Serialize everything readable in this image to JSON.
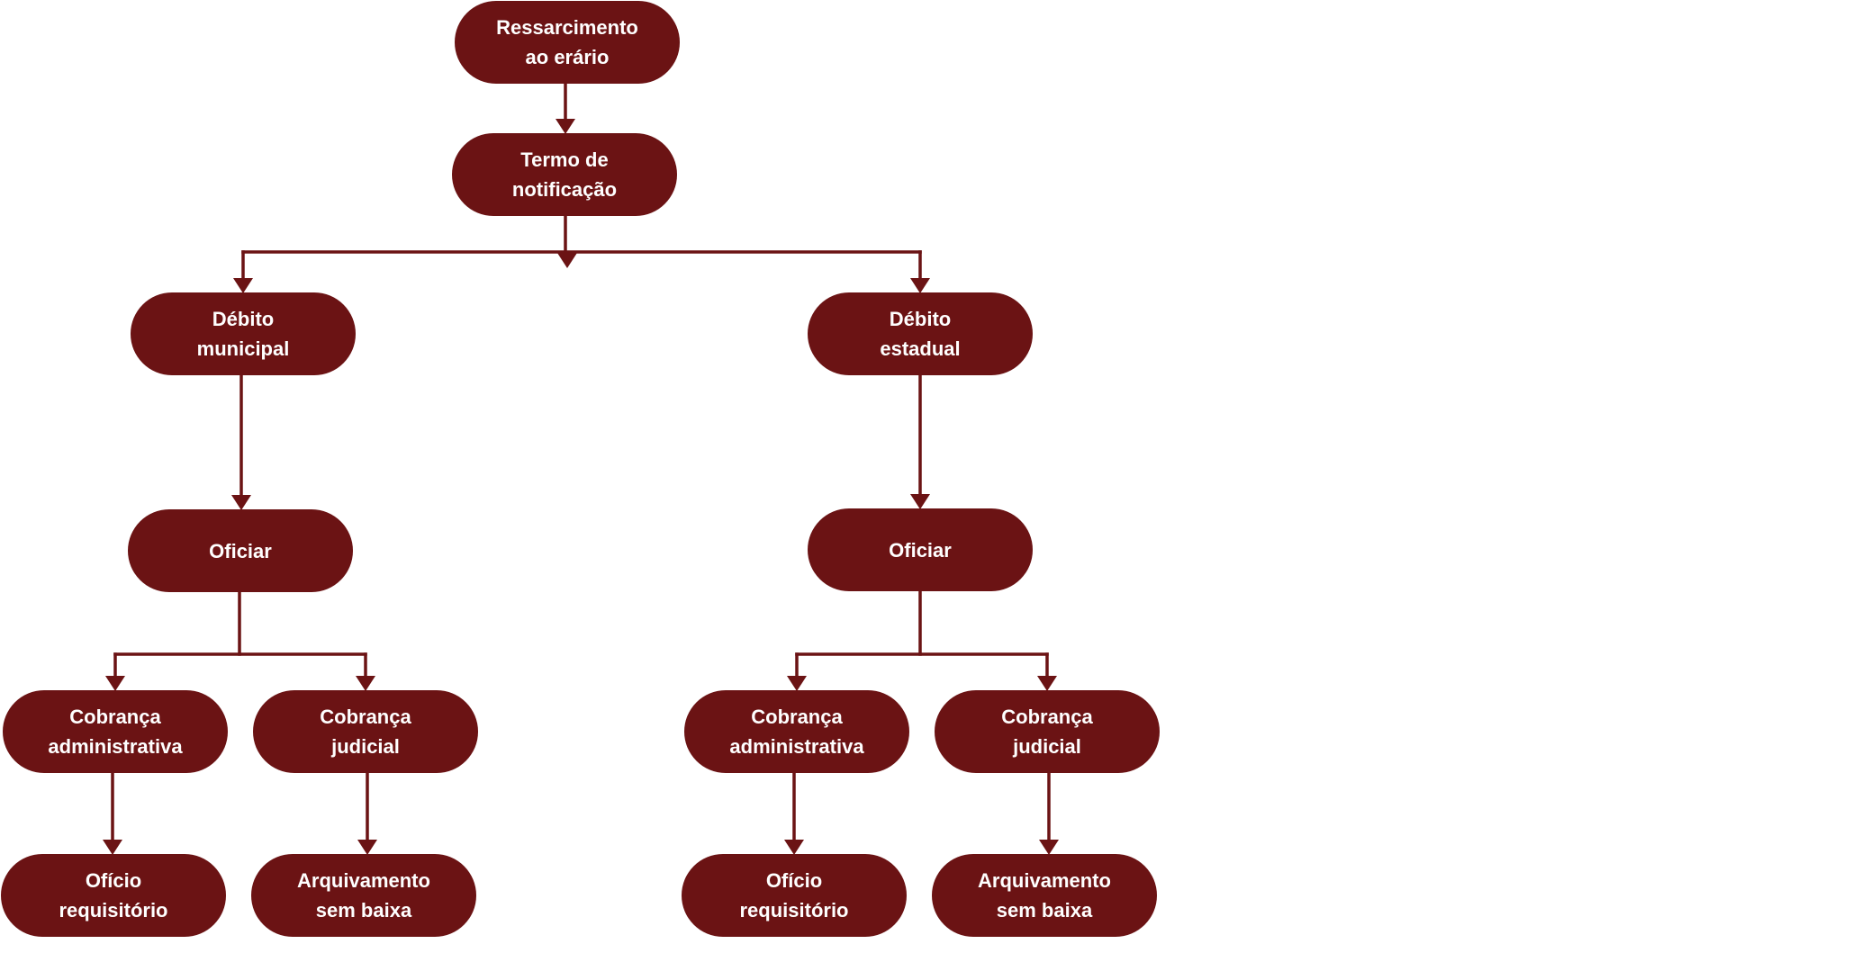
{
  "colors": {
    "node_fill": "#6b1314",
    "connector": "#6b1314",
    "text": "#ffffff",
    "background": "#ffffff"
  },
  "nodes": {
    "root": "Ressarcimento\nao erário",
    "notice": "Termo de\nnotificação",
    "municipal": "Débito\nmunicipal",
    "state": "Débito\nestadual",
    "officiate_municipal": "Oficiar",
    "officiate_state": "Oficiar",
    "admin_municipal": "Cobrança\nadministrativa",
    "judicial_municipal": "Cobrança\njudicial",
    "admin_state": "Cobrança\nadministrativa",
    "judicial_state": "Cobrança\njudicial",
    "requisition_municipal": "Ofício\nrequisitório",
    "archive_municipal": "Arquivamento\nsem baixa",
    "requisition_state": "Ofício\nrequisitório",
    "archive_state": "Arquivamento\nsem baixa"
  },
  "edges": [
    [
      "root",
      "notice"
    ],
    [
      "notice",
      "municipal"
    ],
    [
      "notice",
      "state"
    ],
    [
      "municipal",
      "officiate_municipal"
    ],
    [
      "state",
      "officiate_state"
    ],
    [
      "officiate_municipal",
      "admin_municipal"
    ],
    [
      "officiate_municipal",
      "judicial_municipal"
    ],
    [
      "officiate_state",
      "admin_state"
    ],
    [
      "officiate_state",
      "judicial_state"
    ],
    [
      "admin_municipal",
      "requisition_municipal"
    ],
    [
      "judicial_municipal",
      "archive_municipal"
    ],
    [
      "admin_state",
      "requisition_state"
    ],
    [
      "judicial_state",
      "archive_state"
    ]
  ]
}
